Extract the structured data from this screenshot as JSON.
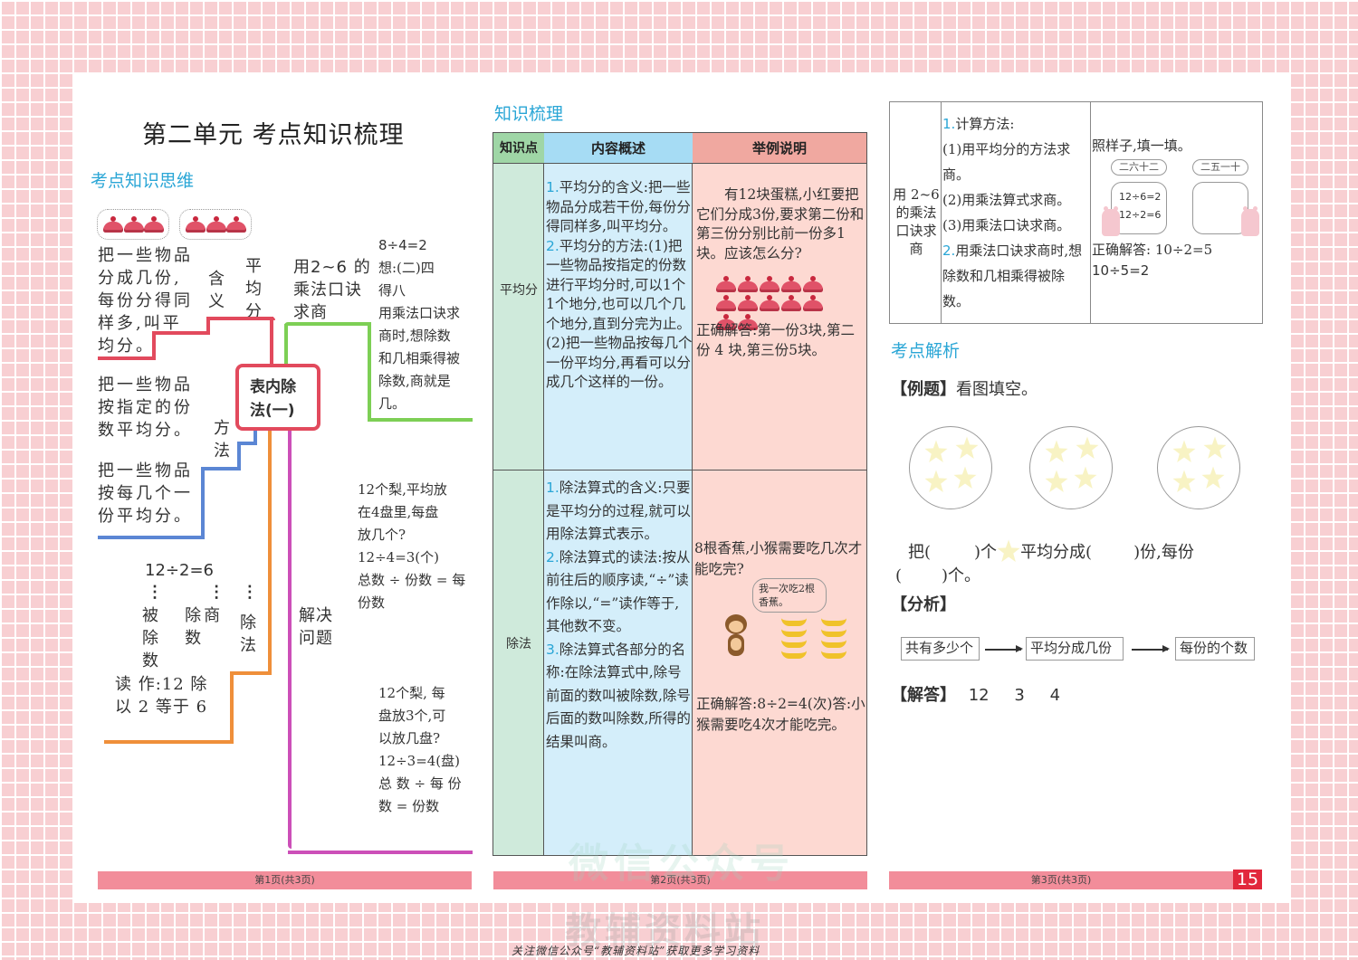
{
  "page1": {
    "title": "第二单元  考点知识梳理",
    "section_title": "考点知识思维",
    "center_node": [
      "表内除",
      "法(一)"
    ],
    "branch_pingjunfen": {
      "label": [
        "平",
        "均",
        "分"
      ],
      "meaning_label": [
        "含",
        "义"
      ],
      "meaning_text": [
        "把一些物品",
        "分成几份,",
        "每份分得同",
        "样多,叫平",
        "均分。"
      ],
      "method_label": [
        "方",
        "法"
      ],
      "method_text_1": [
        "把一些物品",
        "按指定的份",
        "数平均分。"
      ],
      "method_text_2": [
        "把一些物品",
        "按每几个一",
        "份平均分。"
      ]
    },
    "branch_chufa": {
      "label": [
        "除",
        "法"
      ],
      "equation": "12÷2=6",
      "dots": "⋮     ⋮  ⋮",
      "parts": [
        "被",
        "除",
        "商"
      ],
      "parts_row2": [
        "除",
        "数"
      ],
      "parts_row3": "数",
      "reading": [
        "读  作:12 除",
        "以 2 等于 6"
      ]
    },
    "branch_koujue": {
      "label": [
        "用2~6 的",
        "乘法口诀",
        "求商"
      ],
      "example": [
        "8÷4=2",
        "想:(二)四",
        "得八",
        "用乘法口诀求",
        "商时,想除数",
        "和几相乘得被",
        "除数,商就是",
        "几。"
      ]
    },
    "branch_jiejue": {
      "label": [
        "解决",
        "问题"
      ],
      "example1": [
        "12个梨,平均放",
        "在4盘里,每盘",
        "放几个?",
        "12÷4=3(个)",
        "总数 ÷ 份数 = 每",
        "份数"
      ],
      "example2": [
        "12个梨, 每",
        "盘放3个,可",
        "以放几盘?",
        "12÷3=4(盘)",
        "总 数 ÷ 每 份",
        "数 = 份数"
      ]
    },
    "footer": "第1页(共3页)"
  },
  "page2": {
    "section_title": "知识梳理",
    "headers": [
      "知识点",
      "内容概述",
      "举例说明"
    ],
    "rows": [
      {
        "topic": "平均分",
        "content": [
          {
            "num": "1.",
            "text": "平均分的含义:把一些物品分成若干份,每份分得同样多,叫平均分。"
          },
          {
            "num": "2.",
            "text": "平均分的方法:(1)把一些物品按指定的份数进行平均分时,可以1个1个地分,也可以几个几个地分,直到分完为止。(2)把一些物品按每几个一份平均分,再看可以分成几个这样的一份。"
          }
        ],
        "example_question": "有12块蛋糕,小红要把它们分成3份,要求第二份和第三份分别比前一份多1块。应该怎么分?",
        "example_answer": "正确解答:第一份3块,第二份 4 块,第三份5块。",
        "cake_count": 12
      },
      {
        "topic": "除法",
        "content": [
          {
            "num": "1.",
            "text": "除法算式的含义:只要是平均分的过程,就可以用除法算式表示。"
          },
          {
            "num": "2.",
            "text": "除法算式的读法:按从前往后的顺序读,“÷”读作除以,“=”读作等于,其他数不变。"
          },
          {
            "num": "3.",
            "text": "除法算式各部分的名称:在除法算式中,除号前面的数叫被除数,除号后面的数叫除数,所得的结果叫商。"
          }
        ],
        "example_question": "8根香蕉,小猴需要吃几次才能吃完?",
        "speech_bubble": "我一次吃2根香蕉。",
        "example_answer": "正确解答:8÷2=4(次)答:小猴需要吃4次才能吃完。"
      }
    ],
    "footer": "第2页(共3页)"
  },
  "page3": {
    "table_row": {
      "topic": "用 2~6 的乘法口诀求商",
      "content_lines": [
        {
          "num": "1.",
          "text": "计算方法:"
        },
        {
          "num": "",
          "text": "(1)用平均分的方法求商。"
        },
        {
          "num": "",
          "text": "(2)用乘法算式求商。"
        },
        {
          "num": "",
          "text": "(3)用乘法口诀求商。"
        },
        {
          "num": "2.",
          "text": "用乘法口诀求商时,想除数和几相乘得被除数。"
        }
      ],
      "example_prompt": "照样子,填一填。",
      "tag_left": "二六十二",
      "tag_right": "二五一十",
      "box_left": [
        "12÷6=2",
        "12÷2=6"
      ],
      "answer": [
        "正确解答:  10÷2=5",
        "10÷5=2"
      ]
    },
    "section_title": "考点解析",
    "example_label": "【例题】",
    "example_text": "看图填空。",
    "plates": 3,
    "stars_per_plate": 4,
    "fill_text": [
      "把(",
      ")个",
      "平均分成(",
      ")份,每份",
      "(",
      ")个。"
    ],
    "analysis_label": "【分析】",
    "flow": [
      "共有多少个",
      "平均分成几份",
      "每份的个数"
    ],
    "answer_label": "【解答】",
    "answers": [
      "12",
      "3",
      "4"
    ],
    "footer": "第3页(共3页)",
    "page_number": "15"
  },
  "watermark": {
    "line1": "微信公众号",
    "line2": "教辅资料站",
    "bottom_note": "关注微信公众号“教辅资料站”获取更多学习资料"
  },
  "colors": {
    "accent_blue": "#2aa6d6",
    "footer_pink": "#f28d9a",
    "page_badge_red": "#e2283c",
    "grid_pink": "#f8cfd2",
    "branch_red": "#e24a5d",
    "branch_green": "#7dcf55",
    "branch_blue": "#5b86d4",
    "branch_orange": "#ef8f3a",
    "branch_magenta": "#cc4fb8"
  }
}
